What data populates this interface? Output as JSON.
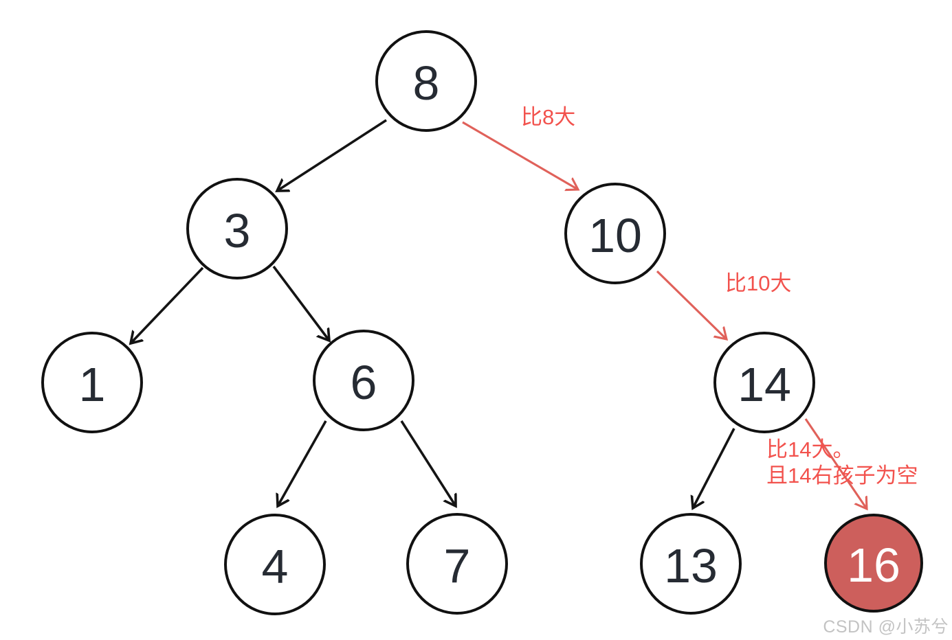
{
  "diagram": {
    "type": "binary-search-tree-insertion",
    "nodes": [
      {
        "id": "8",
        "value": "8",
        "highlighted": false
      },
      {
        "id": "3",
        "value": "3",
        "highlighted": false
      },
      {
        "id": "10",
        "value": "10",
        "highlighted": false
      },
      {
        "id": "1",
        "value": "1",
        "highlighted": false
      },
      {
        "id": "6",
        "value": "6",
        "highlighted": false
      },
      {
        "id": "14",
        "value": "14",
        "highlighted": false
      },
      {
        "id": "4",
        "value": "4",
        "highlighted": false
      },
      {
        "id": "7",
        "value": "7",
        "highlighted": false
      },
      {
        "id": "13",
        "value": "13",
        "highlighted": false
      },
      {
        "id": "16",
        "value": "16",
        "highlighted": true
      }
    ],
    "edges": [
      {
        "from": "8",
        "to": "3",
        "style": "normal",
        "label_lines": []
      },
      {
        "from": "8",
        "to": "10",
        "style": "accent",
        "label_lines": [
          "比8大"
        ]
      },
      {
        "from": "3",
        "to": "1",
        "style": "normal",
        "label_lines": []
      },
      {
        "from": "3",
        "to": "6",
        "style": "normal",
        "label_lines": []
      },
      {
        "from": "6",
        "to": "4",
        "style": "normal",
        "label_lines": []
      },
      {
        "from": "6",
        "to": "7",
        "style": "normal",
        "label_lines": []
      },
      {
        "from": "10",
        "to": "14",
        "style": "accent",
        "label_lines": [
          "比10大"
        ]
      },
      {
        "from": "14",
        "to": "13",
        "style": "normal",
        "label_lines": []
      },
      {
        "from": "14",
        "to": "16",
        "style": "accent",
        "label_lines": [
          "比14大。",
          "且14右孩子为空"
        ]
      }
    ]
  },
  "watermark": {
    "text": "CSDN @小苏兮"
  },
  "colors": {
    "edge_normal": "#141414",
    "edge_accent": "#e0615a",
    "label_accent": "#f2524d",
    "node_fill": "#ffffff",
    "node_border": "#111111",
    "node_text": "#262b33",
    "highlight_fill": "#cd5f5c",
    "highlight_text": "#ffffff",
    "watermark_gray": "#b9b9b9"
  }
}
